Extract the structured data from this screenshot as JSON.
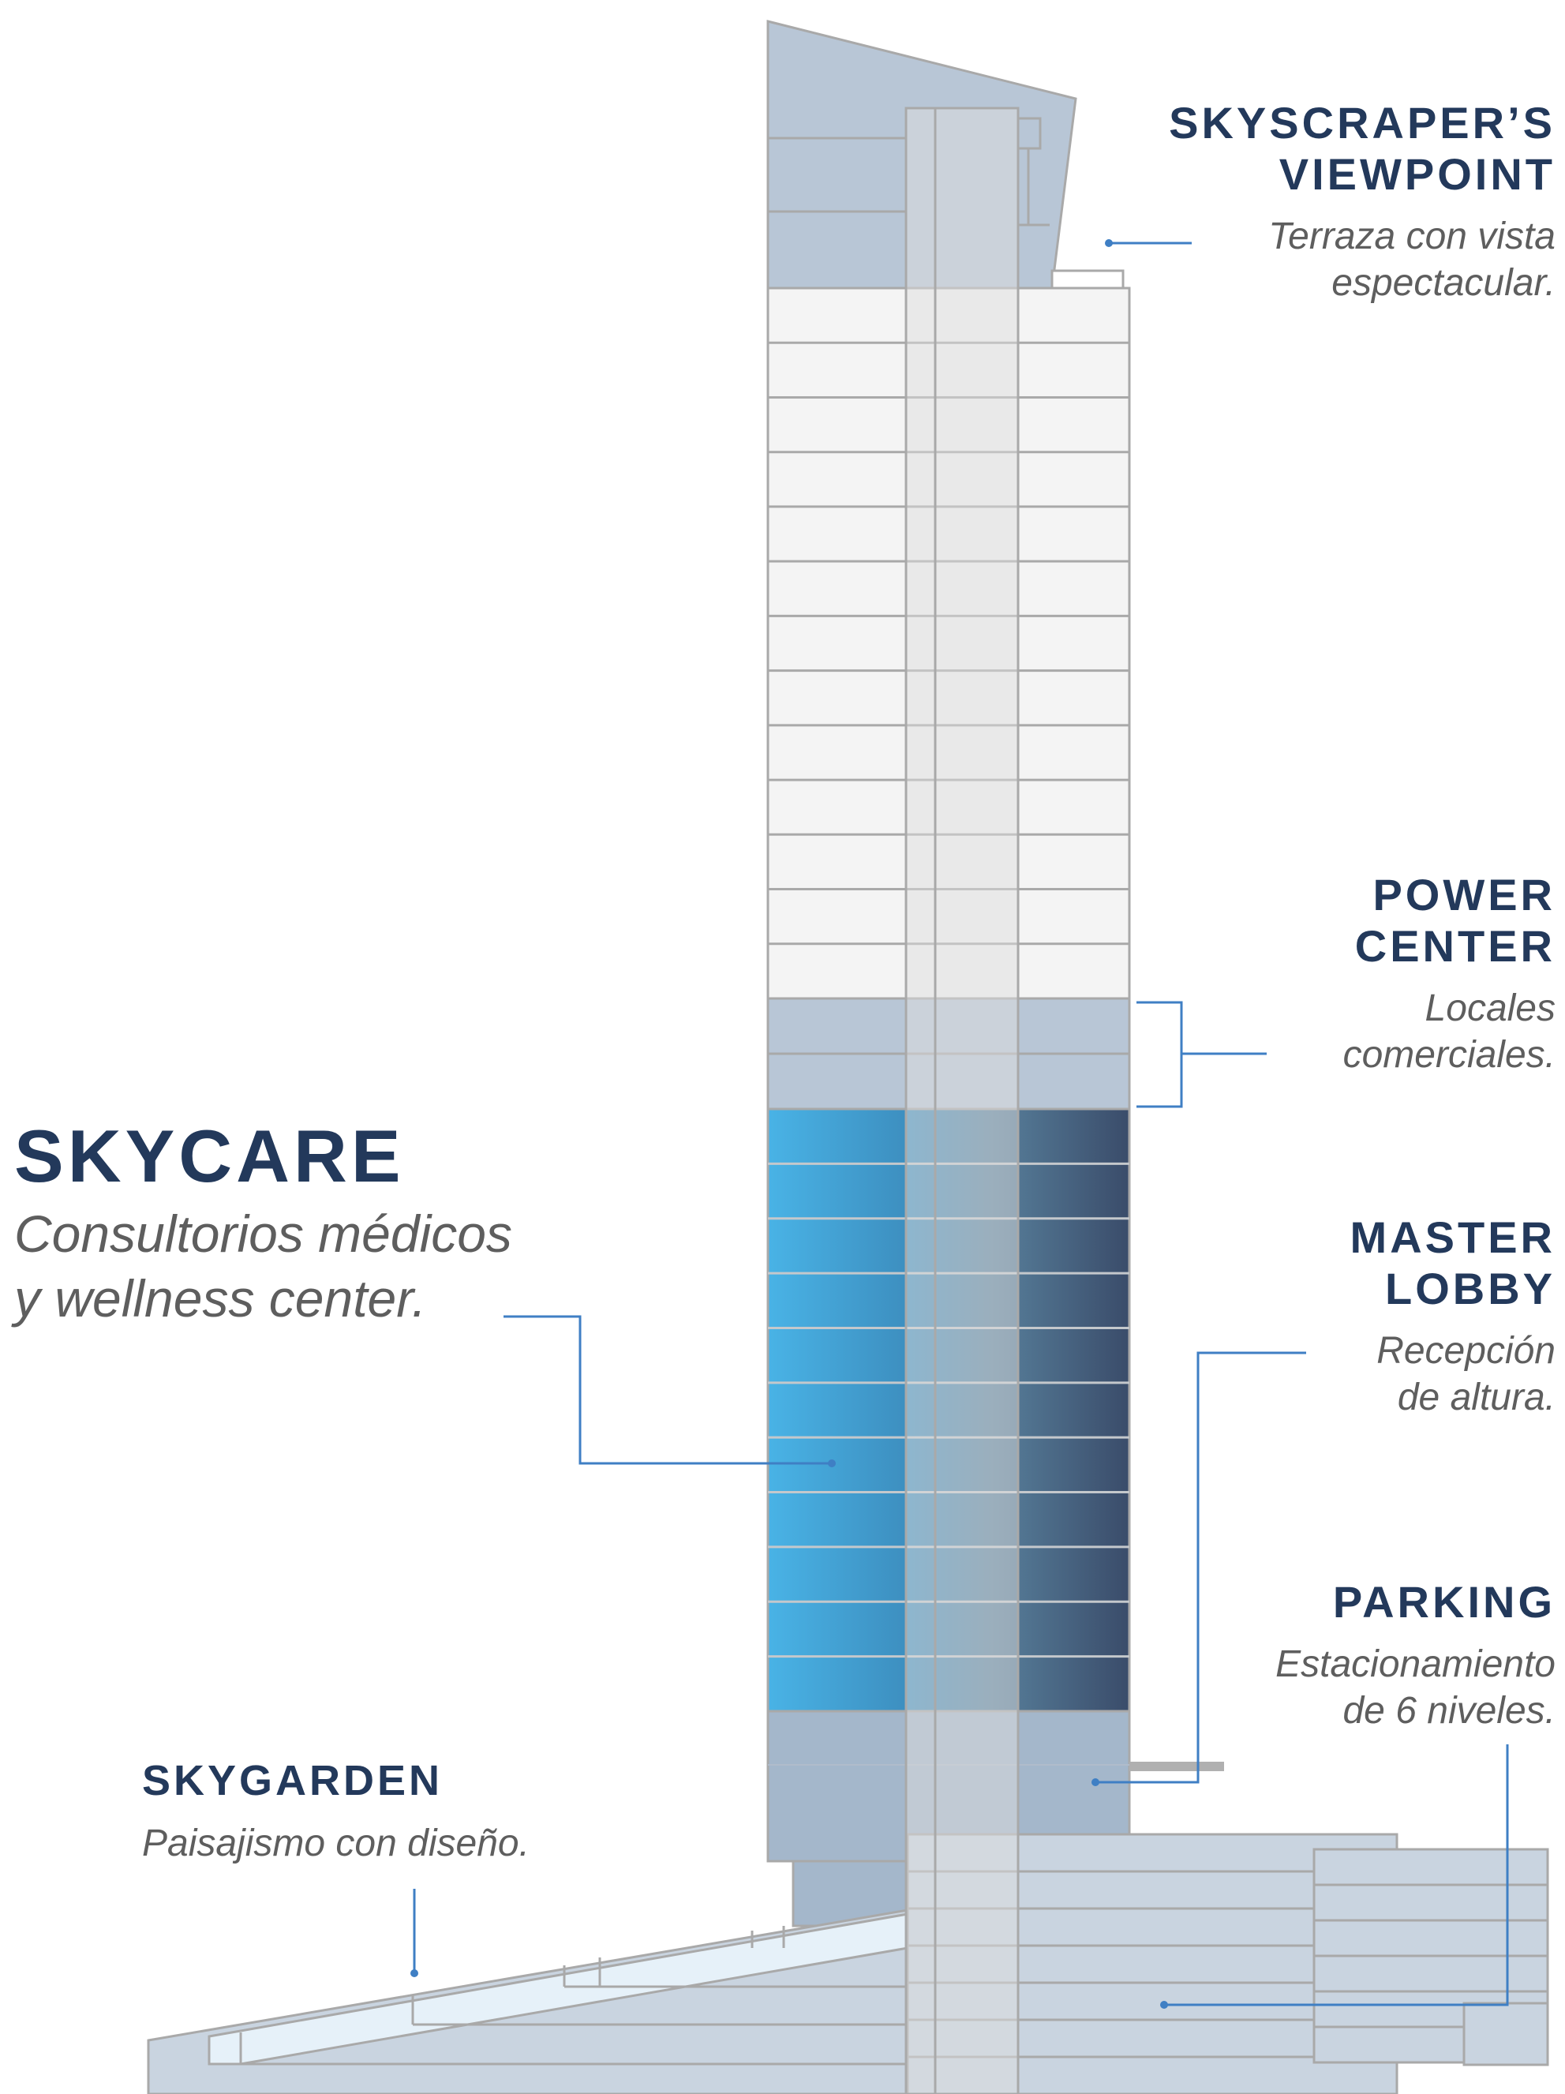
{
  "colors": {
    "title": "#23395b",
    "subtitle": "#5e5e5e",
    "leader": "#3f7fc4",
    "outline": "#a9a9a9",
    "office_fill": "#f4f4f4",
    "core_fill": "#e4e4e4",
    "podium_fill": "#b8c6d6",
    "skycare_gradient": [
      "#49b3e6",
      "#3d8fc0",
      "#58809c",
      "#3a4c6a"
    ],
    "parking_fill": "#a4b7cb",
    "base_fill": "#c9d4e0",
    "glass_fill": "#e6f1f9"
  },
  "labels": {
    "viewpoint": {
      "title_line1": "SKYSCRAPER’S",
      "title_line2": "VIEWPOINT",
      "sub_line1": "Terraza con vista",
      "sub_line2": "espectacular."
    },
    "power": {
      "title_line1": "POWER",
      "title_line2": "CENTER",
      "sub_line1": "Locales",
      "sub_line2": "comerciales."
    },
    "skycare": {
      "title": "SKYCARE",
      "sub_line1": "Consultorios médicos",
      "sub_line2": "y wellness center."
    },
    "lobby": {
      "title_line1": "MASTER",
      "title_line2": "LOBBY",
      "sub_line1": "Recepción",
      "sub_line2": "de altura."
    },
    "parking": {
      "title": "PARKING",
      "sub_line1": "Estacionamiento",
      "sub_line2": "de 6 niveles."
    },
    "skygarden": {
      "title": "SKYGARDEN",
      "sub_line1": "Paisajismo con diseño."
    }
  }
}
